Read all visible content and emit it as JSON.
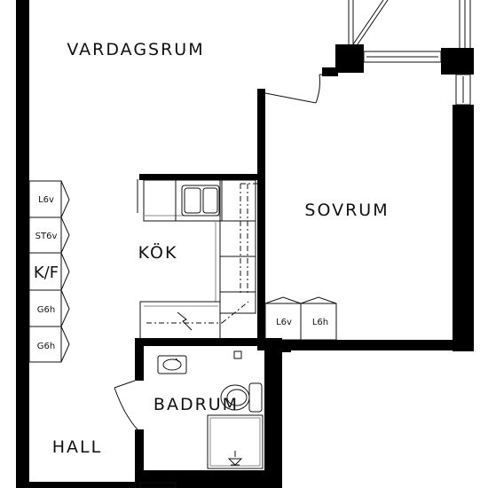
{
  "rooms": {
    "vardagsrum": "VARDAGSRUM",
    "sovrum": "SOVRUM",
    "kok": "KÖK",
    "badrum": "BADRUM",
    "hall": "HALL"
  },
  "closets_left": [
    "L6v",
    "ST6v",
    "K/F",
    "G6h",
    "G6h"
  ],
  "closets_bedroom": [
    "L6v",
    "L6h"
  ]
}
